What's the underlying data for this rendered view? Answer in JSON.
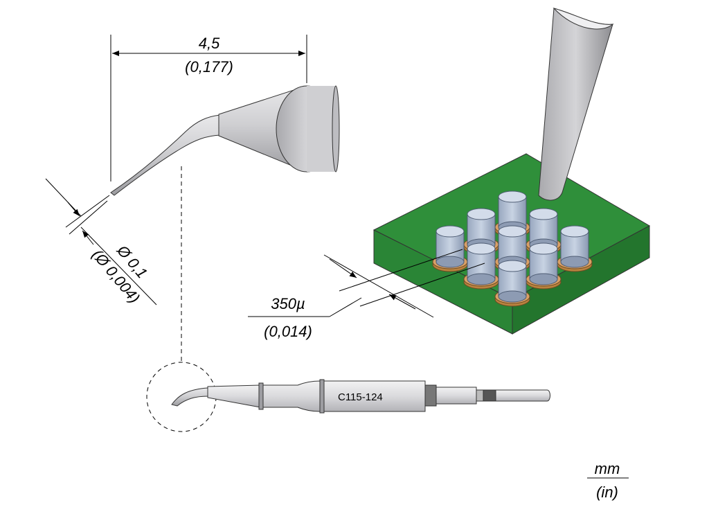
{
  "dimensions": {
    "length_mm": "4,5",
    "length_in": "(0,177)",
    "tip_diameter_mm": "Ø 0,1",
    "tip_diameter_in": "(Ø 0,004)",
    "pitch_um": "350µ",
    "pitch_in": "(0,014)"
  },
  "cartridge": {
    "model_label": "C115-124"
  },
  "units": {
    "primary": "mm",
    "secondary": "(in)"
  },
  "colors": {
    "pcb_top": "#2f8f3a",
    "pcb_side": "#1f6e2a",
    "pad": "#d9a066",
    "pin": "#b9c6da",
    "tip_metal": "#c9c9cc"
  }
}
